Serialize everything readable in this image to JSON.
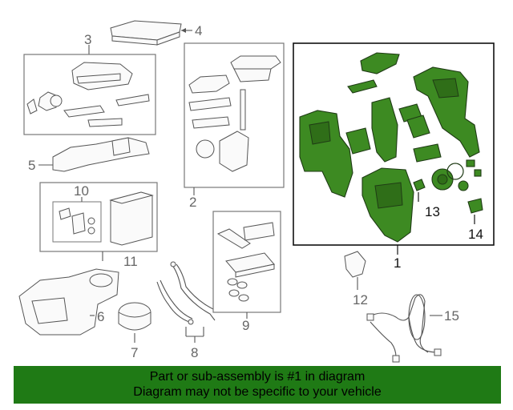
{
  "callouts": {
    "c1": "1",
    "c3": "3",
    "c4": "4",
    "c5": "5",
    "c2": "2",
    "c10": "10",
    "c11": "11",
    "c6": "6",
    "c7": "7",
    "c8": "8",
    "c9": "9",
    "c12": "12",
    "c13": "13",
    "c14": "14",
    "c15": "15"
  },
  "colors": {
    "highlight": "#3d8a22",
    "banner": "#1f7a15"
  },
  "banner": {
    "line1": "Part or sub-assembly is #1 in diagram",
    "line2": "Diagram may not be specific to your vehicle"
  }
}
